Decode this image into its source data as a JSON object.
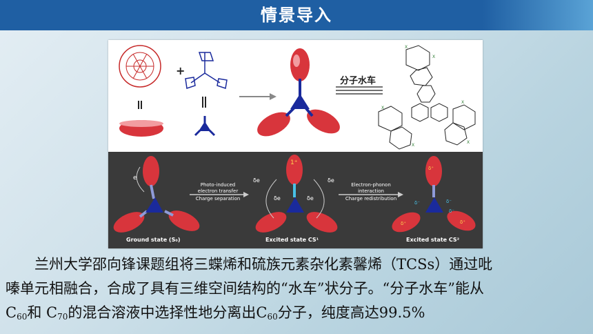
{
  "header": {
    "title": "情景导入"
  },
  "figure": {
    "label_cn": "分子水车",
    "states": [
      "Ground state (S₀)",
      "Excited state CS¹",
      "Excited state CS²"
    ],
    "arrow1": [
      "Photo-induced",
      "electron transfer",
      "Charge separation"
    ],
    "arrow2": [
      "Electron-phonon",
      "interaction",
      "Charge redistribution"
    ],
    "symbols": {
      "e": "e",
      "delta_e": "δe",
      "delta_plus": "δ⁺",
      "delta_minus": "δ⁻",
      "one_plus": "1⁺"
    }
  },
  "body": {
    "line1": "兰州大学邵向锋课题组将三蝶烯和硫族元素杂化素馨烯（TCSs）通过吡",
    "line2": "嗪单元相融合，合成了具有三维空间结构的“水车”状分子。“分子水车”能从",
    "l3_c1": "C",
    "l3_s1": "60",
    "l3_and": "和 C",
    "l3_s2": "70",
    "l3_mid": "的混合溶液中选择性地分离出C",
    "l3_s3": "60",
    "l3_end": "分子，纯度高达99.5%"
  },
  "colors": {
    "header": "#1f5fa3",
    "bowl": "#d8353c",
    "core": "#1a2a9c"
  }
}
